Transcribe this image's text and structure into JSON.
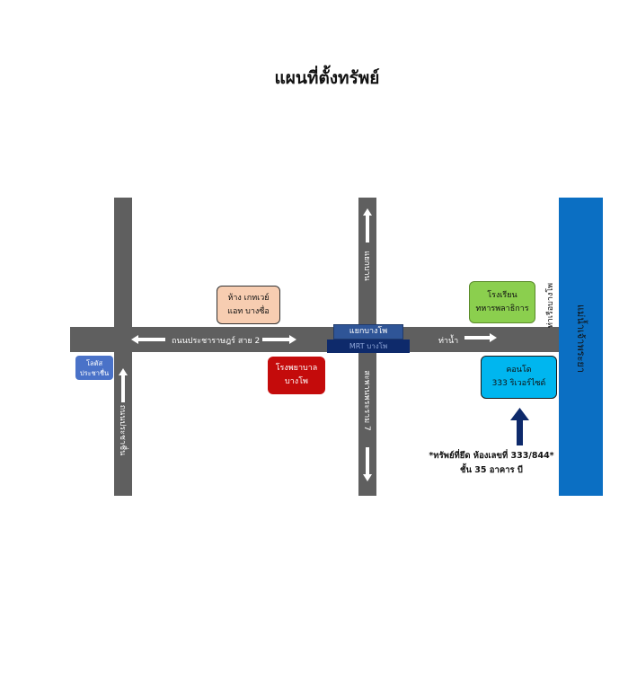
{
  "title": "แผนที่ตั้งทรัพย์",
  "roads": {
    "horizontal_name": "ถนนประชาราษฎร์ สาย 2",
    "left_vertical_name": "ถนนประชาชื่น",
    "center_vertical_top": "แยกบาน",
    "center_vertical_bottom": "สะพานพระราม 7",
    "east_segment": "ท่าน้ำ",
    "pier_vertical": "ท่าเรือบางโพ"
  },
  "river": {
    "name": "แม่น้ำเจ้าพระยา",
    "color": "#0b6fc3"
  },
  "intersection": {
    "name": "แยกบางโพ",
    "mrt": "MRT บางโพ"
  },
  "places": {
    "lotus": {
      "line1": "โลตัส",
      "line2": "ประชาชื่น",
      "color": "#4a72c8"
    },
    "gateway": {
      "line1": "ห้าง เกทเวย์",
      "line2": "แอท บางซื่อ",
      "color": "#f7cdb1"
    },
    "hospital": {
      "line1": "โรงพยาบาล",
      "line2": "บางโพ",
      "color": "#c40b0b"
    },
    "school": {
      "line1": "โรงเรียน",
      "line2": "ทหารพลาธิการ",
      "color": "#8bcf4e"
    },
    "condo": {
      "line1": "คอนโด",
      "line2": "333 ริเวอร์ไซด์",
      "color": "#00b6ef"
    }
  },
  "note": {
    "line1": "*ทรัพย์ที่ยึด ห้องเลขที่ 333/844*",
    "line2": "ชั้น 35 อาคาร บี"
  }
}
